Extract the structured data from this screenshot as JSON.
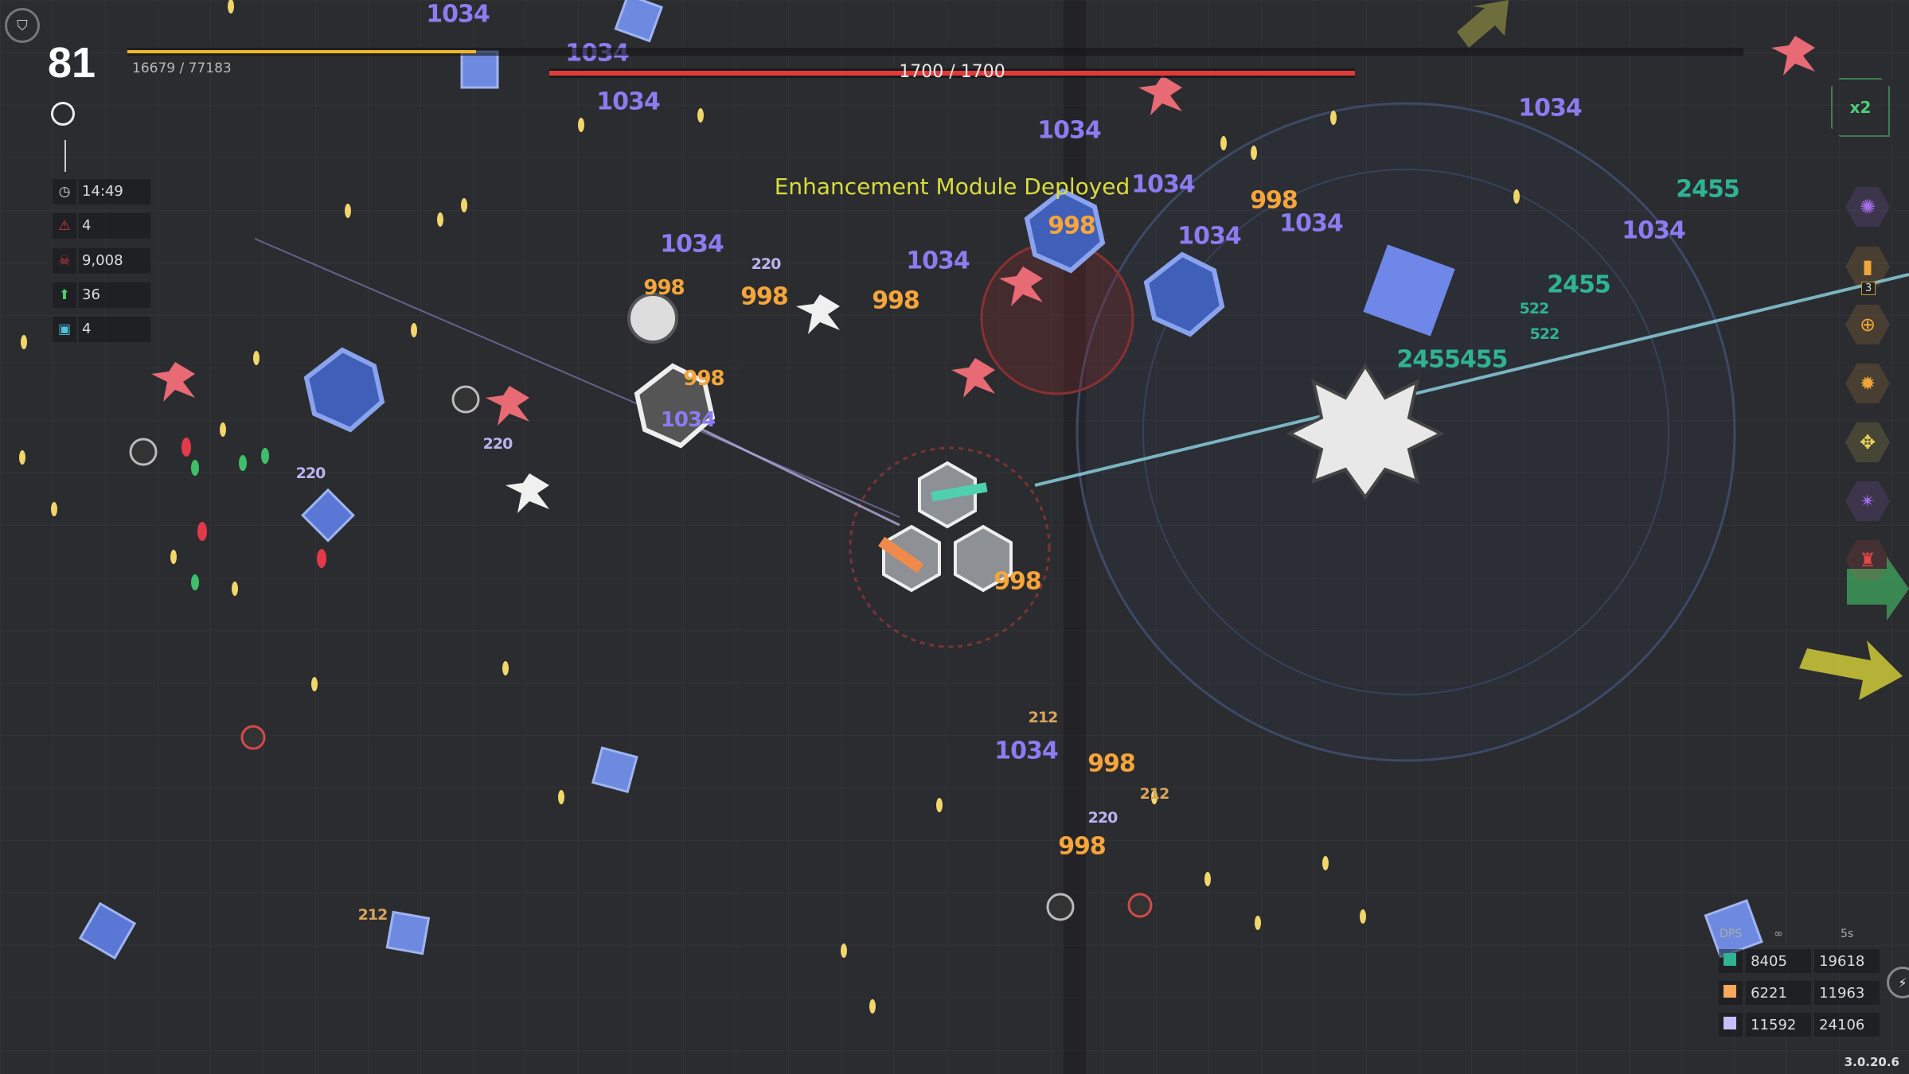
{
  "hud": {
    "level": "81",
    "xp_text": "16679 / 77183",
    "xp_progress": 0.216,
    "boss_hp_text": "1700 / 1700",
    "boss_hp_progress": 1.0,
    "message": "Enhancement Module Deployed",
    "stats": [
      {
        "icon": "clock-icon",
        "value": "14:49"
      },
      {
        "icon": "warning-icon",
        "value": "4"
      },
      {
        "icon": "skull-icon",
        "value": "9,008"
      },
      {
        "icon": "level-up-arrow-icon",
        "value": "36"
      },
      {
        "icon": "chip-icon",
        "value": "4"
      }
    ]
  },
  "modules": {
    "multiplier": "x2",
    "items": [
      {
        "icon": "purple-circuit-icon",
        "color": "#a36ee8"
      },
      {
        "icon": "orange-canister-icon",
        "color": "#f0a63a",
        "count": "3"
      },
      {
        "icon": "orange-chip-icon",
        "color": "#f0a63a"
      },
      {
        "icon": "orange-gear-icon",
        "color": "#f0a63a"
      },
      {
        "icon": "yellow-bone-gear-icon",
        "color": "#e8d45a"
      },
      {
        "icon": "purple-spiked-gear-icon",
        "color": "#a36ee8"
      },
      {
        "icon": "red-robot-icon",
        "color": "#e04848"
      }
    ]
  },
  "dps": {
    "label": "DPS",
    "col_total": "∞",
    "col_5s": "5s",
    "rows": [
      {
        "color": "#2fb394",
        "total": "8405",
        "recent": "19618"
      },
      {
        "color": "#f7a85a",
        "total": "6221",
        "recent": "11963"
      },
      {
        "color": "#c4c0ff",
        "total": "11592",
        "recent": "24106"
      }
    ]
  },
  "version": "3.0.20.6",
  "colors": {
    "purple_damage": "#8b7cf0",
    "orange_damage": "#f5a53a",
    "teal_damage": "#2fb394",
    "light_damage": "#b9b4f0",
    "tan_damage": "#d9a45a"
  },
  "damage_numbers": [
    "1034",
    "1034",
    "1034",
    "1034",
    "1034",
    "1034",
    "1034",
    "1034",
    "1034",
    "1034",
    "998",
    "998",
    "998",
    "998",
    "998",
    "998",
    "998",
    "998",
    "998",
    "2455",
    "2455",
    "2455455",
    "522",
    "522",
    "220",
    "220",
    "220",
    "212",
    "212",
    "1034",
    "220",
    "212",
    "1034",
    "1034"
  ]
}
